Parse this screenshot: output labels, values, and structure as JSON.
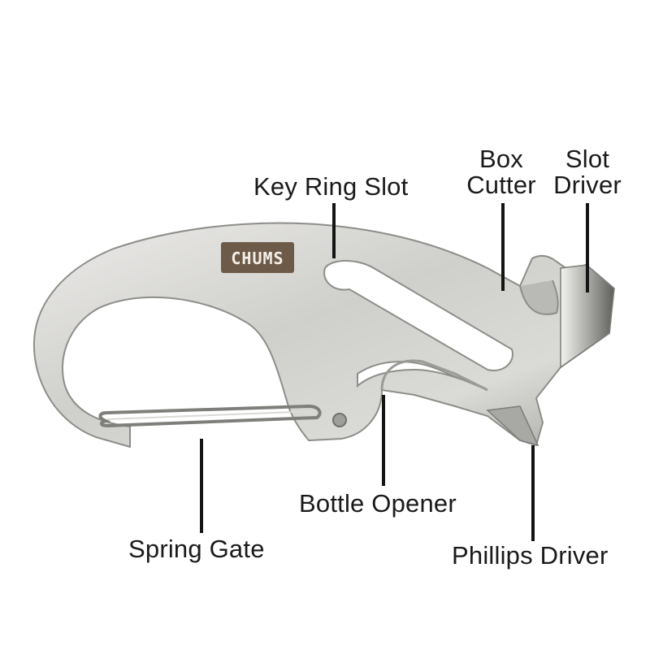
{
  "brand": {
    "logo_text": "CHUMS"
  },
  "callouts": {
    "key_ring_slot": "Key Ring Slot",
    "box_cutter": [
      "Box",
      "Cutter"
    ],
    "slot_driver": [
      "Slot",
      "Driver"
    ],
    "bottle_opener": "Bottle Opener",
    "spring_gate": "Spring Gate",
    "phillips_driver": "Phillips Driver"
  },
  "colors": {
    "metal_light": "#e6e6e4",
    "metal_mid": "#c4c4c1",
    "metal_dark": "#8d8d8a",
    "logo_bg": "#6e5a48",
    "logo_text": "#f3efe8",
    "leader": "#141414"
  }
}
